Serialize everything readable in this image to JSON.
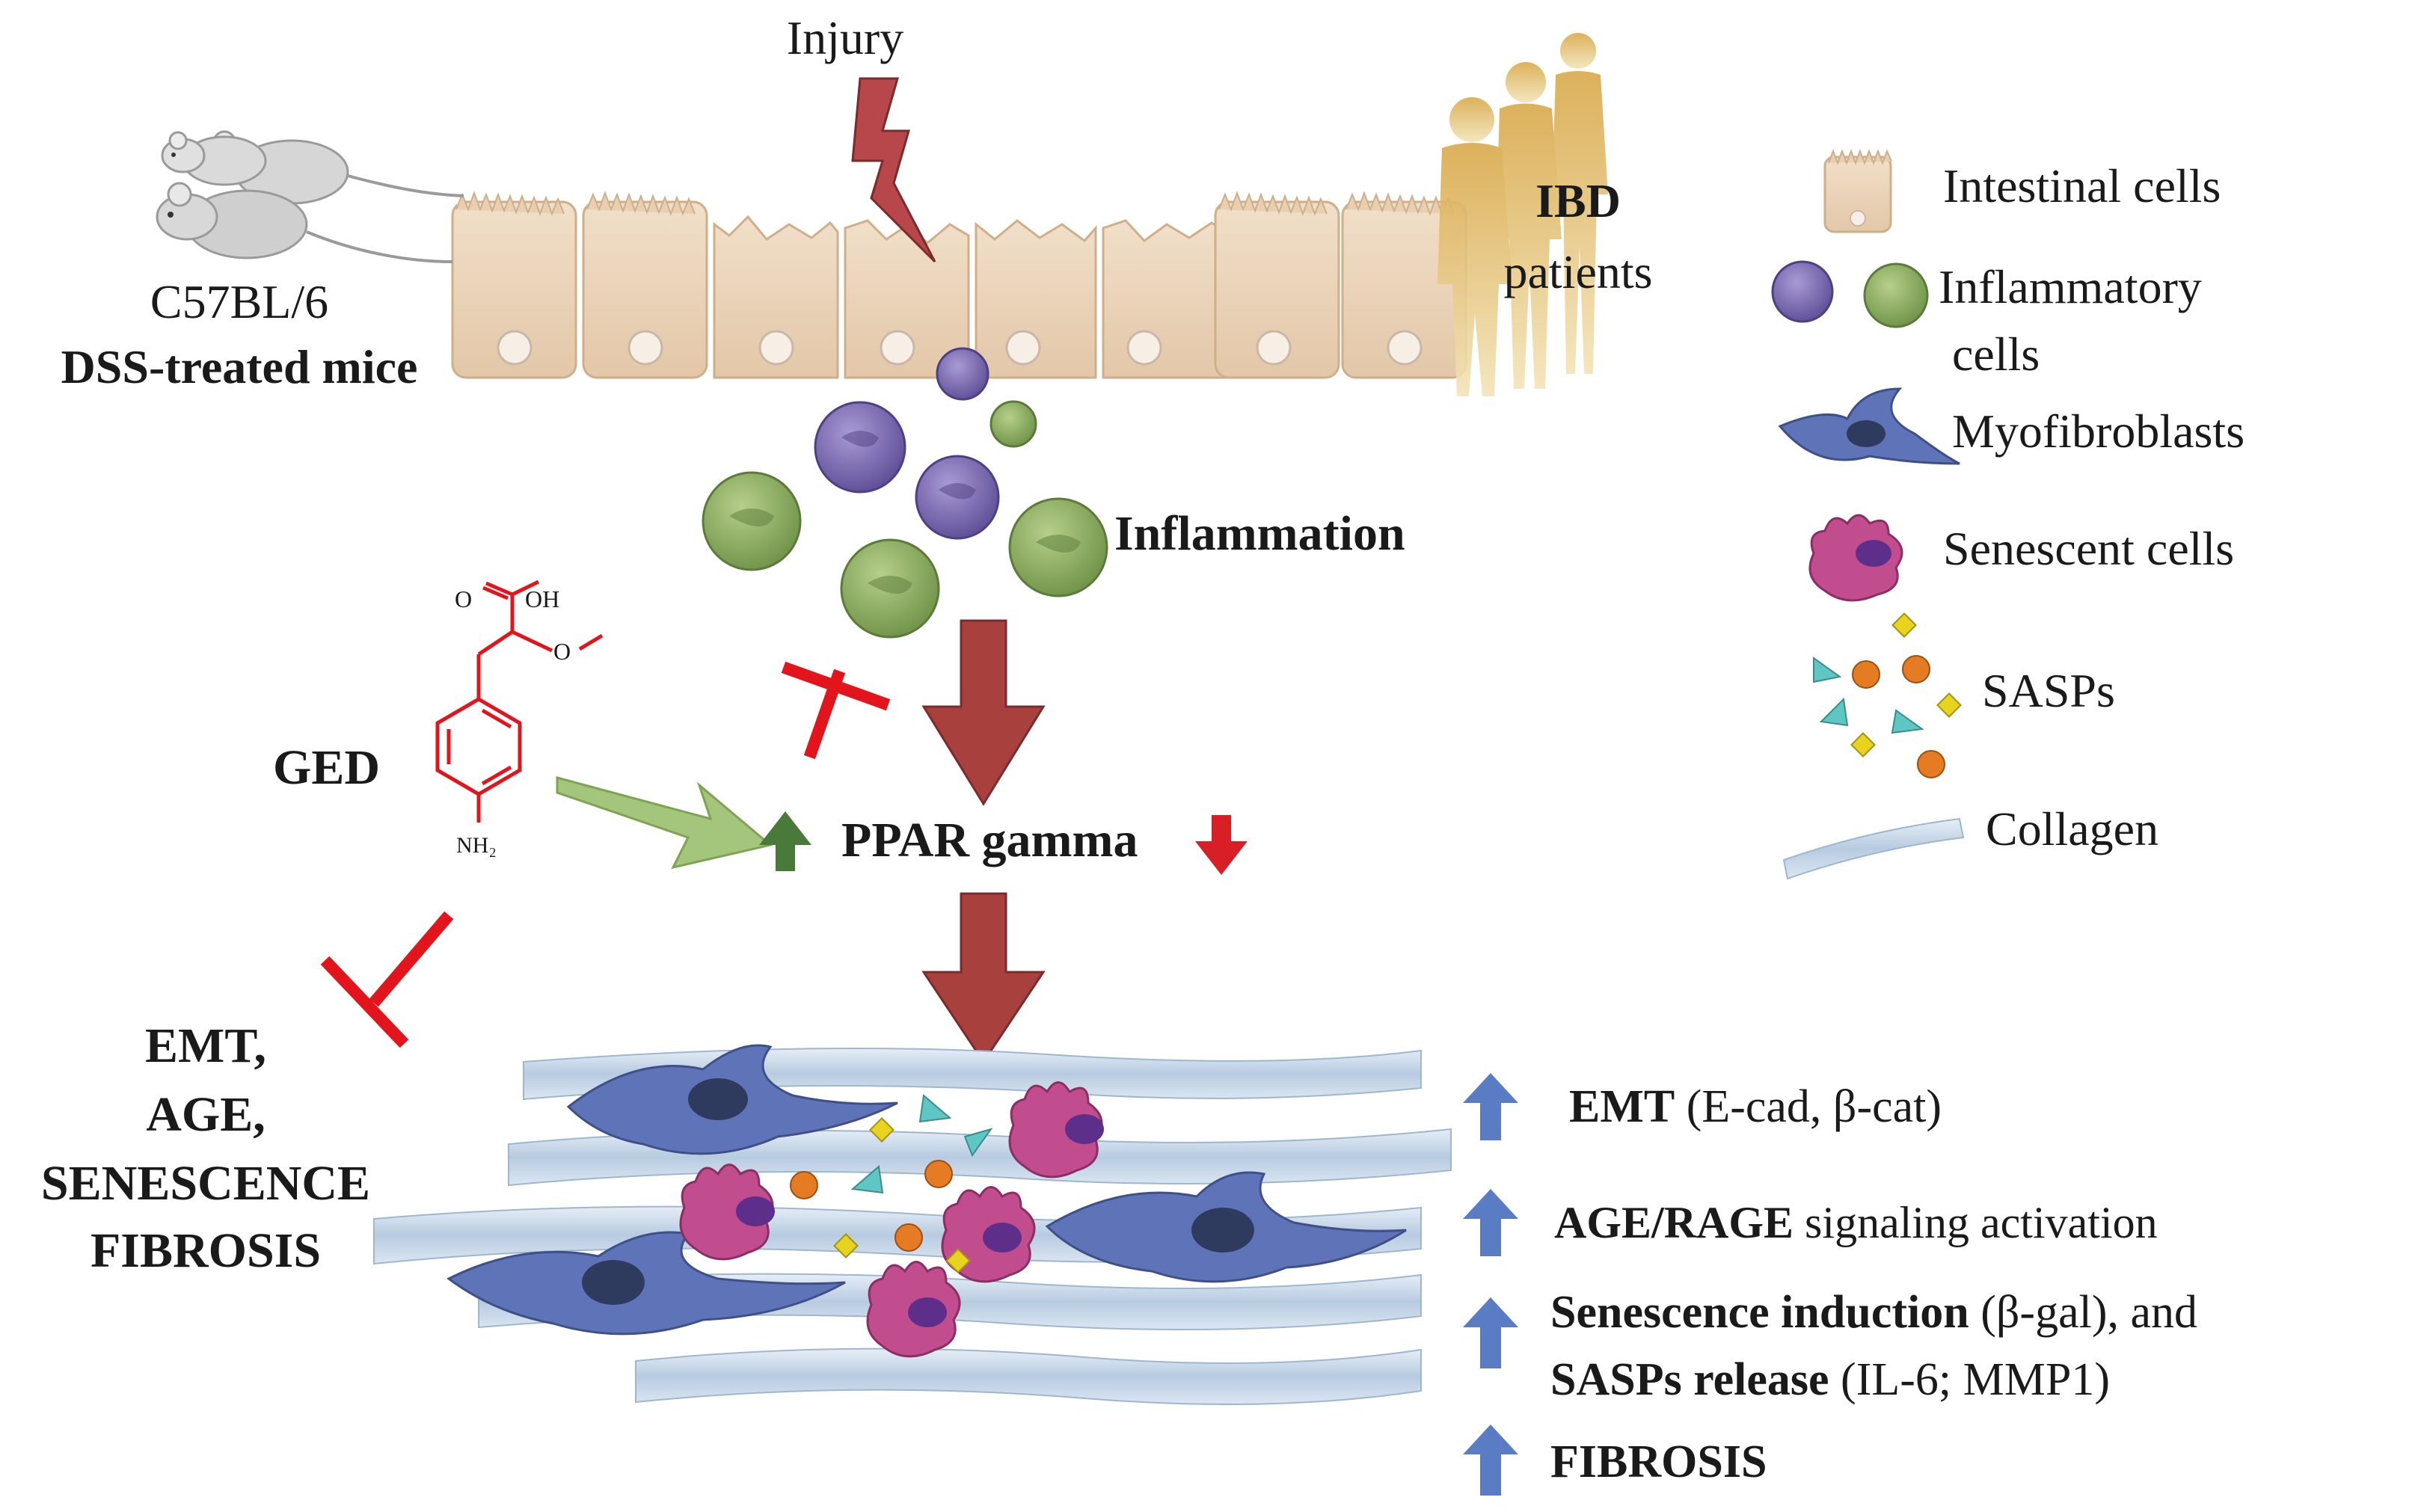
{
  "labels": {
    "injury": "Injury",
    "mice_strain": "C57BL/6",
    "mice_model": "DSS-treated mice",
    "ibd_line1": "IBD",
    "ibd_line2": "patients",
    "inflammation": "Inflammation",
    "ged": "GED",
    "ppar": "PPAR gamma",
    "outcomes_line1": "EMT,",
    "outcomes_line2": "AGE,",
    "outcomes_line3": "SENESCENCE",
    "outcomes_line4": "FIBROSIS",
    "chem_o": "O",
    "chem_oh": "OH",
    "chem_o2": "O",
    "chem_nh2": "NH₂"
  },
  "legend": {
    "intestinal": "Intestinal cells",
    "inflammatory_line1": "Inflammatory",
    "inflammatory_line2": "cells",
    "myofibroblasts": "Myofibroblasts",
    "senescent": "Senescent  cells",
    "sasps": "SASPs",
    "collagen": "Collagen"
  },
  "effects": {
    "emt_bold": "EMT",
    "emt_rest": " (E-cad, β-cat)",
    "age_bold": "AGE/RAGE",
    "age_rest": " signaling activation",
    "sen_bold": "Senescence induction",
    "sen_rest": " (β-gal), and",
    "sasp_bold": "SASPs release",
    "sasp_rest": " (IL-6; MMP1)",
    "fibrosis": "FIBROSIS"
  },
  "colors": {
    "intestinal_cell": "#ecd6bd",
    "inflammatory_purple": "#7b6bb0",
    "inflammatory_green": "#86a85a",
    "myofibroblast": "#5f73b8",
    "senescent": "#c24d8e",
    "collagen": "#b9cde2",
    "down_arrow": "#a8413d",
    "inhibit_red": "#e2151c",
    "ged_arrow": "#a4c57c",
    "up_green": "#4a7a3a",
    "down_red": "#d81f26",
    "effect_arrow": "#5a7cc4",
    "ibd_silhouette": "#d9b34f"
  }
}
